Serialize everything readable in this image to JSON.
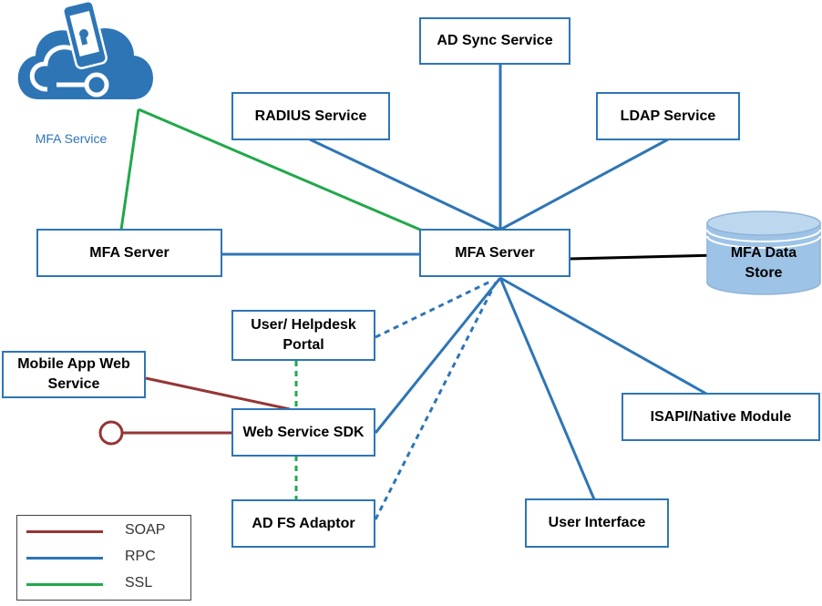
{
  "colors": {
    "soap": "#943634",
    "rpc": "#2e75b6",
    "ssl": "#21a84a",
    "data": "#000000",
    "box_border": "#2e75b6",
    "cloud": "#2e75b6",
    "db_fill": "#9dc3e6"
  },
  "cloud": {
    "icon": "cloud-phone-lock-icon",
    "label": "MFA Service"
  },
  "nodes": {
    "ad_sync": "AD Sync Service",
    "radius": "RADIUS Service",
    "ldap": "LDAP Service",
    "mfa_server_left": "MFA Server",
    "mfa_server_main": "MFA Server",
    "data_store": [
      "MFA Data",
      "Store"
    ],
    "helpdesk": [
      "User/ Helpdesk",
      "Portal"
    ],
    "mobile_app": [
      "Mobile App Web",
      "Service"
    ],
    "web_sdk": "Web Service SDK",
    "adfs": "AD FS Adaptor",
    "isapi": "ISAPI/Native Module",
    "user_interface": "User Interface"
  },
  "legend": [
    {
      "label": "SOAP",
      "color_key": "soap"
    },
    {
      "label": "RPC",
      "color_key": "rpc"
    },
    {
      "label": "SSL",
      "color_key": "ssl"
    }
  ]
}
